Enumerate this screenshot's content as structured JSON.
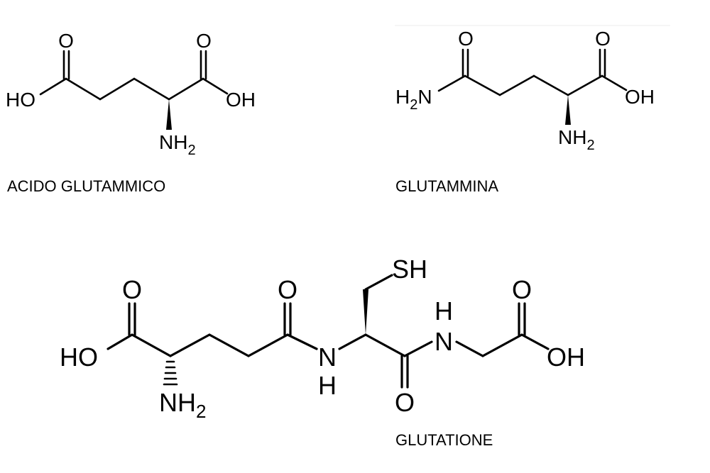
{
  "captions": {
    "glutamic_acid": "ACIDO GLUTAMMICO",
    "glutamine": "GLUTAMMINA",
    "glutathione": "GLUTATIONE"
  },
  "glutamic_acid_atoms": {
    "o_left": "O",
    "o_right": "O",
    "ho": "HO",
    "oh": "OH",
    "nh": "NH",
    "sub2": "2"
  },
  "glutamine_atoms": {
    "o_left": "O",
    "o_right": "O",
    "h2": "H",
    "sub2_amide": "2",
    "n_amide": "N",
    "oh": "OH",
    "nh": "NH",
    "sub2": "2"
  },
  "glutathione_atoms": {
    "o1": "O",
    "o2": "O",
    "o3": "O",
    "o4": "O",
    "ho": "HO",
    "oh": "OH",
    "sh": "SH",
    "n1": "N",
    "h1": "H",
    "n2": "N",
    "h2": "H",
    "nh": "NH",
    "sub2": "2"
  }
}
